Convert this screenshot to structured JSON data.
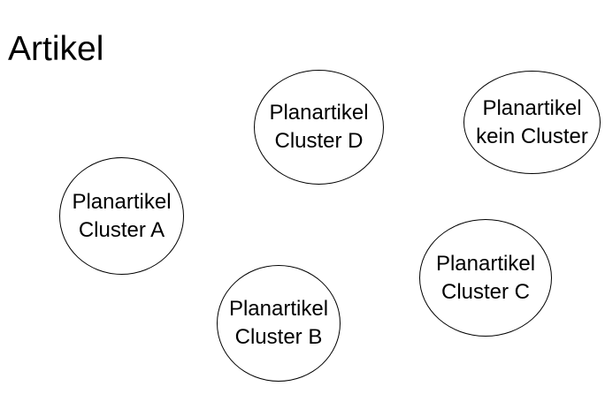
{
  "title": "Artikel",
  "nodes": [
    {
      "id": "cluster-d",
      "line1": "Planartikel",
      "line2": "Cluster D"
    },
    {
      "id": "kein-cluster",
      "line1": "Planartikel",
      "line2": "kein Cluster"
    },
    {
      "id": "cluster-a",
      "line1": "Planartikel",
      "line2": "Cluster A"
    },
    {
      "id": "cluster-c",
      "line1": "Planartikel",
      "line2": "Cluster C"
    },
    {
      "id": "cluster-b",
      "line1": "Planartikel",
      "line2": "Cluster B"
    }
  ]
}
